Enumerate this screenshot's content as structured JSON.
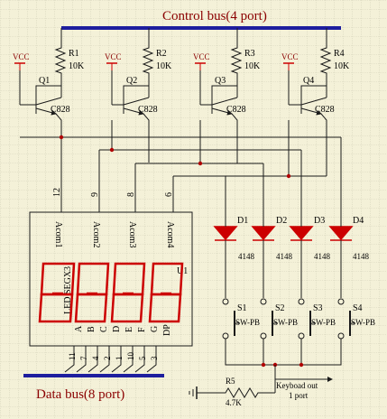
{
  "title": "Control bus(4 port)",
  "data_bus_label": "Data bus(8 port)",
  "vcc_label": "VCC",
  "resistors": [
    {
      "name": "R1",
      "value": "10K"
    },
    {
      "name": "R2",
      "value": "10K"
    },
    {
      "name": "R3",
      "value": "10K"
    },
    {
      "name": "R4",
      "value": "10K"
    }
  ],
  "transistors": [
    {
      "name": "Q1",
      "model": "C828"
    },
    {
      "name": "Q2",
      "model": "C828"
    },
    {
      "name": "Q3",
      "model": "C828"
    },
    {
      "name": "Q4",
      "model": "C828"
    }
  ],
  "common_pins": [
    "12",
    "9",
    "8",
    "6"
  ],
  "display": {
    "commons": [
      "Acom1",
      "Acom2",
      "Acom3",
      "Acom4"
    ],
    "name": "LED SEGX3",
    "ref": "U1",
    "segments": [
      "A",
      "B",
      "C",
      "D",
      "E",
      "F",
      "G",
      "DP"
    ],
    "segment_pins": [
      "11",
      "7",
      "4",
      "2",
      "1",
      "10",
      "5",
      "3"
    ]
  },
  "diodes": [
    {
      "name": "D1",
      "model": "4148"
    },
    {
      "name": "D2",
      "model": "4148"
    },
    {
      "name": "D3",
      "model": "4148"
    },
    {
      "name": "D4",
      "model": "4148"
    }
  ],
  "switches": [
    {
      "name": "S1",
      "type": "SW-PB"
    },
    {
      "name": "S2",
      "type": "SW-PB"
    },
    {
      "name": "S3",
      "type": "SW-PB"
    },
    {
      "name": "S4",
      "type": "SW-PB"
    }
  ],
  "pulldown": {
    "name": "R5",
    "value": "4.7K"
  },
  "keyboard_out": {
    "line1": "Keyboad out",
    "line2": "1 port"
  },
  "colors": {
    "wire": "#1a1a1a",
    "bus": "#1e1e9e",
    "component": "#cc0000",
    "label": "#8b0000",
    "junction": "#b00000",
    "grid": "#b8b8a0"
  }
}
